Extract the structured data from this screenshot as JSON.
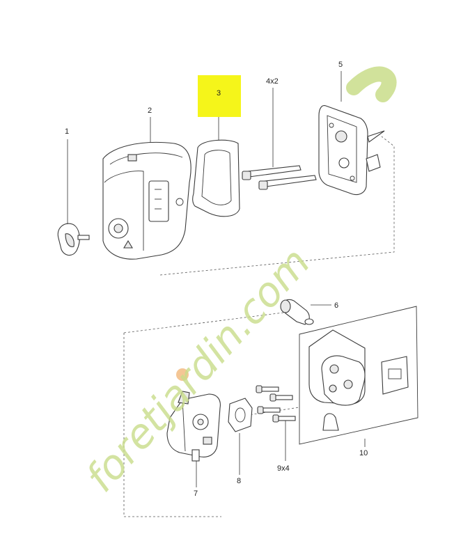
{
  "labels": {
    "p1": "1",
    "p2": "2",
    "p3": "3",
    "p5": "5",
    "p6": "6",
    "p7": "7",
    "p8": "8",
    "p10": "10",
    "q4x2": "4x2",
    "q9x4": "9x4"
  },
  "highlight_color": "#f5f51a",
  "watermark": {
    "text": "foretjardin.com",
    "main_color": "#c9dd8a",
    "accent_color": "#f3c08a"
  }
}
